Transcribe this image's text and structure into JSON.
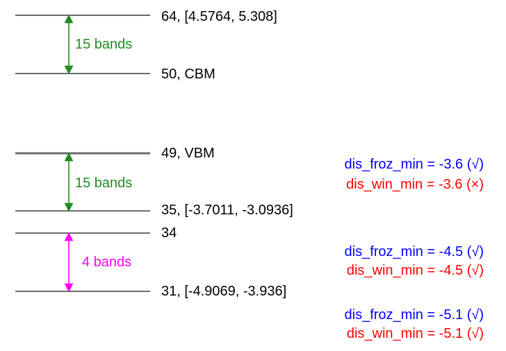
{
  "levels": [
    {
      "id": "64",
      "label": "64, [4.5764, 5.308]"
    },
    {
      "id": "50",
      "label": "50, CBM"
    },
    {
      "id": "49",
      "label": "49, VBM"
    },
    {
      "id": "35",
      "label": "35, [-3.7011, -3.0936]"
    },
    {
      "id": "34",
      "label": "34"
    },
    {
      "id": "31",
      "label": "31, [-4.9069, -3.936]"
    }
  ],
  "spans": [
    {
      "label": "15 bands",
      "color": "#228b22"
    },
    {
      "label": "15 bands",
      "color": "#228b22"
    },
    {
      "label": "4 bands",
      "color": "#ff00ff"
    }
  ],
  "settings": [
    {
      "froz": "dis_froz_min = -3.6 (√)",
      "win": "dis_win_min = -3.6 (×)"
    },
    {
      "froz": "dis_froz_min = -4.5 (√)",
      "win": "dis_win_min = -4.5 (√)"
    },
    {
      "froz": "dis_froz_min = -5.1 (√)",
      "win": "dis_win_min = -5.1 (√)"
    }
  ],
  "colors": {
    "froz": "#0000ff",
    "win": "#ff0000",
    "line": "#6b6b6b"
  }
}
